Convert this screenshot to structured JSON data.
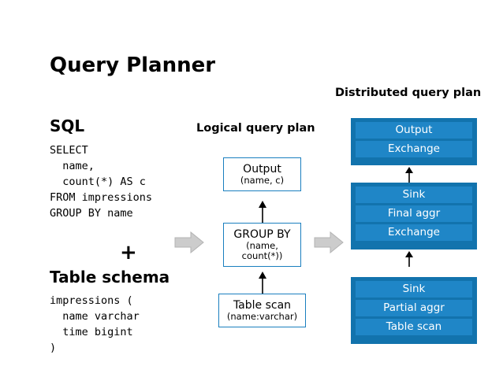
{
  "slide": {
    "title": "Query Planner",
    "labels": {
      "sql": "SQL",
      "table_schema": "Table schema",
      "plus": "+",
      "logical_query_plan": "Logical query plan",
      "distributed_query_plan": "Distributed query plan"
    },
    "sql_code": "SELECT\n  name,\n  count(*) AS c\nFROM impressions\nGROUP BY name",
    "schema_code": "impressions (\n  name varchar\n  time bigint\n)",
    "logical_plan": [
      {
        "main": "Output",
        "sub": "(name, c)"
      },
      {
        "main": "GROUP BY",
        "sub": "(name,\ncount(*))"
      },
      {
        "main": "Table scan",
        "sub": "(name:varchar)"
      }
    ],
    "distributed_plan": [
      {
        "stage": "stage-output",
        "boxes": [
          "Output",
          "Exchange"
        ]
      },
      {
        "stage": "stage-final",
        "boxes": [
          "Sink",
          "Final aggr",
          "Exchange"
        ]
      },
      {
        "stage": "stage-partial",
        "boxes": [
          "Sink",
          "Partial aggr",
          "Table scan"
        ]
      }
    ],
    "colors": {
      "panel": "#1273ad",
      "box": "#1f86c7",
      "outline": "#1a7fbf",
      "arrow": "#cccccc",
      "text": "#000000",
      "box_text": "#ffffff"
    }
  }
}
